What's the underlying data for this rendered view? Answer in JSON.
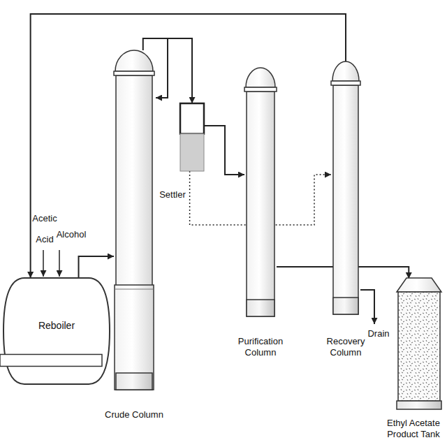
{
  "diagram": {
    "nodes": [
      {
        "text": [
          "Reboiler"
        ]
      },
      {
        "text": [
          "Crude Column"
        ]
      },
      {
        "text": [
          "Settler"
        ]
      },
      {
        "text": [
          "Purification Column"
        ]
      },
      {
        "text": [
          "Recovery Column"
        ]
      },
      {
        "text": [
          "Ethyl Acetate Product Tank"
        ]
      }
    ],
    "edges": [
      {
        "from": 0,
        "to": 1,
        "arrow": "to"
      },
      {
        "from": 1,
        "to": 2,
        "arrow": "to"
      },
      {
        "from": 2,
        "to": 3,
        "arrow": "to"
      },
      {
        "from": 2,
        "to": 4,
        "arrow": "to"
      },
      {
        "from": 3,
        "to": 5,
        "arrow": "to"
      },
      {
        "from": 4,
        "to": 0,
        "arrow": "to"
      }
    ],
    "labels": [
      "Acetic Acid",
      "Alcohol",
      "Drain"
    ]
  }
}
